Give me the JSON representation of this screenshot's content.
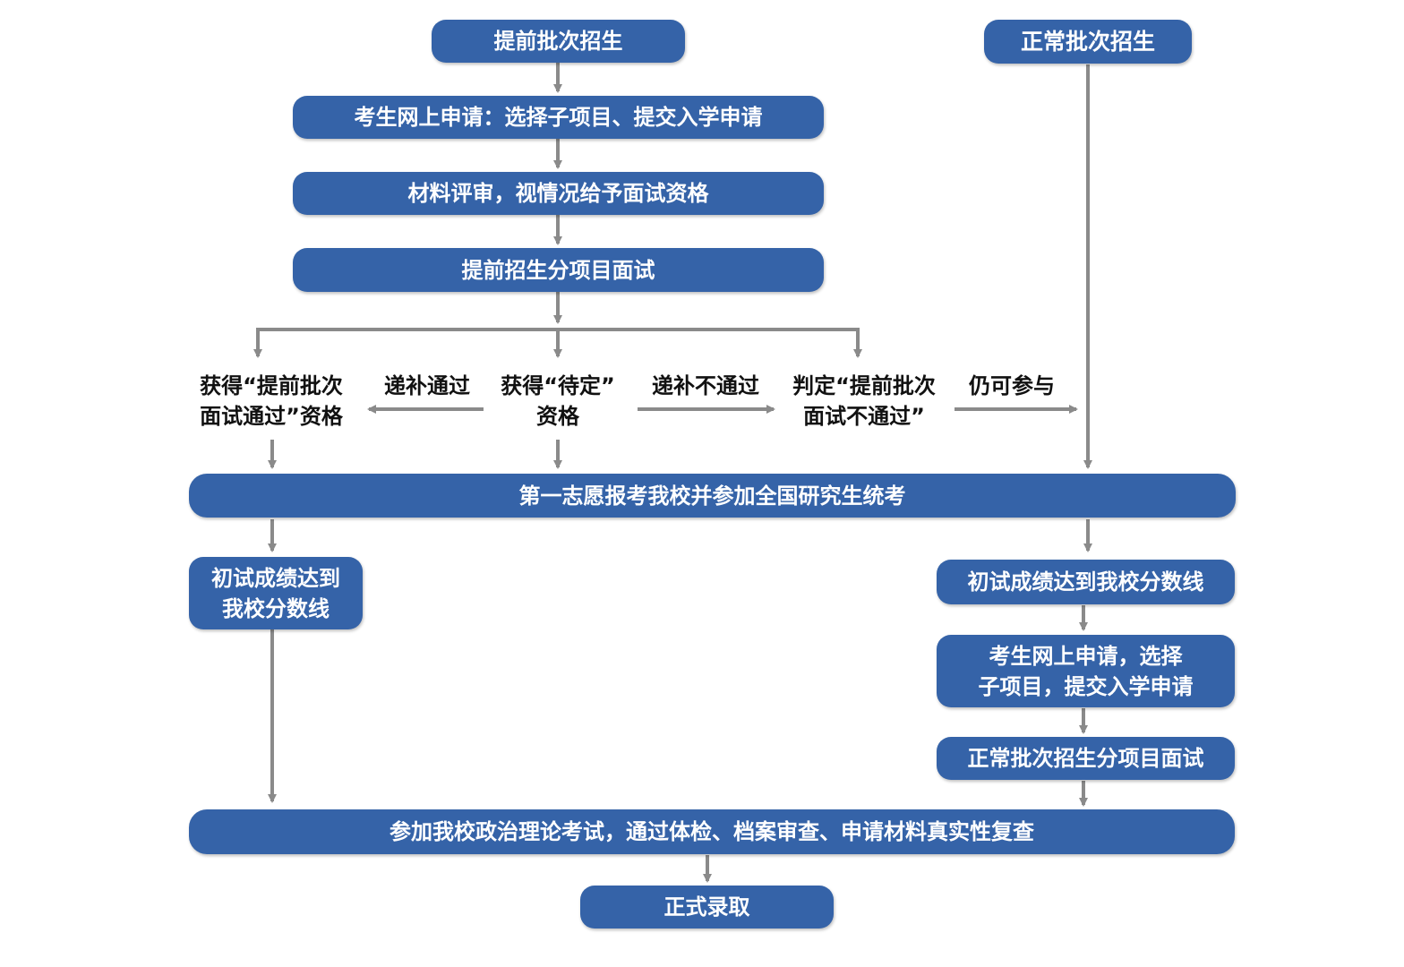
{
  "flowchart": {
    "early_admission": "提前批次招生",
    "regular_admission": "正常批次招生",
    "early_online_apply": "考生网上申请：选择子项目、提交入学申请",
    "material_review": "材料评审，视情况给予面试资格",
    "early_interview": "提前招生分项目面试",
    "result_pass_line1": "获得“提前批次",
    "result_pass_line2": "面试通过”资格",
    "result_pending_line1": "获得“待定”",
    "result_pending_line2": "资格",
    "result_fail_line1": "判定“提前批次",
    "result_fail_line2": "面试不通过”",
    "edge_supplement_pass": "递补通过",
    "edge_supplement_fail": "递补不通过",
    "edge_still_eligible": "仍可参与",
    "national_exam": "第一志愿报考我校并参加全国研究生统考",
    "left_score_line1": "初试成绩达到",
    "left_score_line2": "我校分数线",
    "right_score": "初试成绩达到我校分数线",
    "regular_online_apply_line1": "考生网上申请，选择",
    "regular_online_apply_line2": "子项目，提交入学申请",
    "regular_interview": "正常批次招生分项目面试",
    "final_checks": "参加我校政治理论考试，通过体检、档案审查、申请材料真实性复查",
    "admission": "正式录取"
  },
  "colors": {
    "box_fill": "#3563a8",
    "box_text": "#ffffff",
    "arrow": "#8a8a8a",
    "label_text": "#111111"
  }
}
